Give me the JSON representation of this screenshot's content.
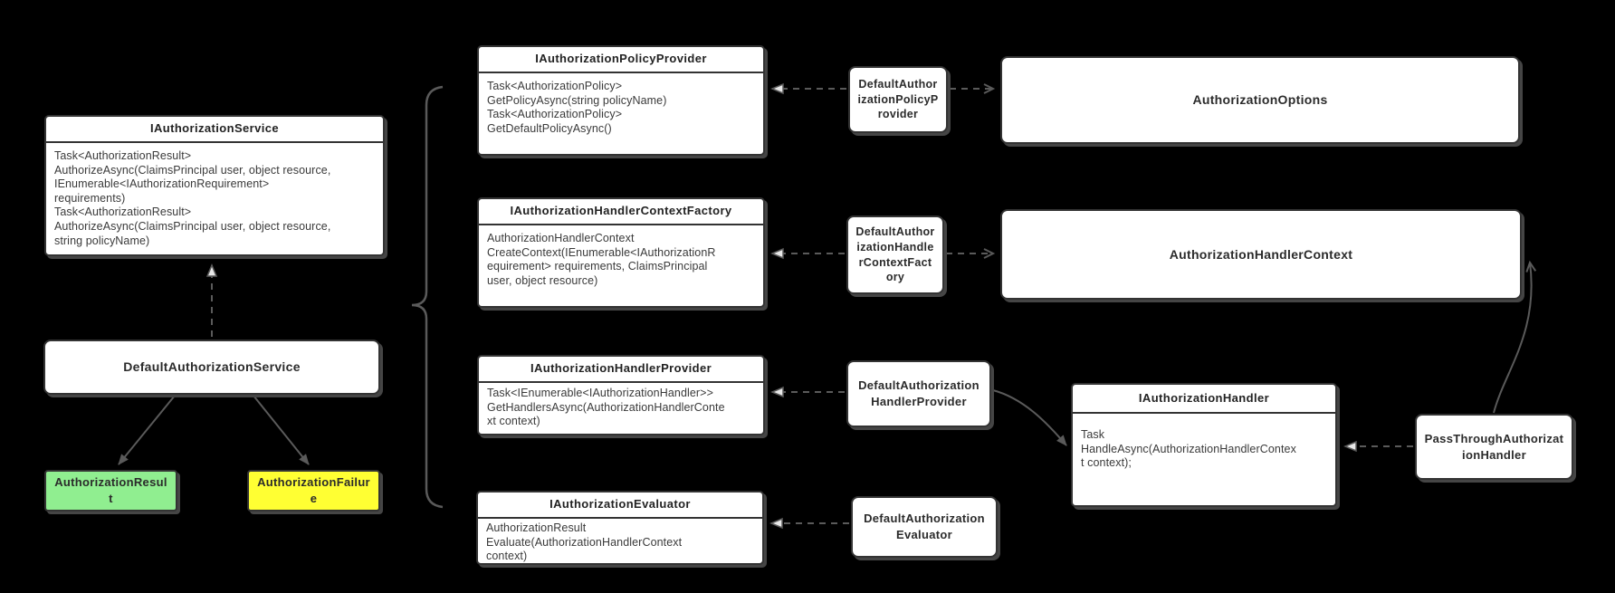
{
  "canvas": {
    "background": "#000000"
  },
  "colors": {
    "box_fill": "#ffffff",
    "box_border": "#333333",
    "connector": "#5a5a5a",
    "result_green": "#90ee90",
    "failure_yellow": "#ffff33"
  },
  "nodes": {
    "authorization_service": {
      "title": "IAuthorizationService",
      "body": "Task<AuthorizationResult>\nAuthorizeAsync(ClaimsPrincipal user, object resource,\nIEnumerable<IAuthorizationRequirement>\nrequirements)\nTask<AuthorizationResult>\nAuthorizeAsync(ClaimsPrincipal user, object resource,\nstring policyName)"
    },
    "default_authorization_service": {
      "label": "DefaultAuthorizationService"
    },
    "authorization_result": {
      "label": "AuthorizationResult"
    },
    "authorization_failure": {
      "label": "AuthorizationFailure"
    },
    "authorization_policy_provider": {
      "title": "IAuthorizationPolicyProvider",
      "body": "Task<AuthorizationPolicy>\nGetPolicyAsync(string policyName)\nTask<AuthorizationPolicy>\nGetDefaultPolicyAsync()"
    },
    "default_authorization_policy_provider": {
      "label": "DefaultAuthorizationPolicyProvider"
    },
    "authorization_options": {
      "label": "AuthorizationOptions"
    },
    "authorization_handler_context_factory": {
      "title": "IAuthorizationHandlerContextFactory",
      "body": "AuthorizationHandlerContext\nCreateContext(IEnumerable<IAuthorizationR\nequirement> requirements, ClaimsPrincipal\nuser, object resource)"
    },
    "default_authorization_handler_context_factory": {
      "label": "DefaultAuthorizationHandlerContextFactory"
    },
    "authorization_handler_context": {
      "label": "AuthorizationHandlerContext"
    },
    "authorization_handler_provider": {
      "title": "IAuthorizationHandlerProvider",
      "body": "Task<IEnumerable<IAuthorizationHandler>>\nGetHandlersAsync(AuthorizationHandlerConte\nxt context)"
    },
    "default_authorization_handler_provider": {
      "label": "DefaultAuthorizationHandlerProvider"
    },
    "authorization_handler": {
      "title": "IAuthorizationHandler",
      "body": "Task\nHandleAsync(AuthorizationHandlerContex\nt context);"
    },
    "pass_through_authorization_handler": {
      "label": "PassThroughAuthorizationHandler"
    },
    "authorization_evaluator": {
      "title": "IAuthorizationEvaluator",
      "body": "AuthorizationResult\nEvaluate(AuthorizationHandlerContext\ncontext)"
    },
    "default_authorization_evaluator": {
      "label": "DefaultAuthorizationEvaluator"
    }
  }
}
